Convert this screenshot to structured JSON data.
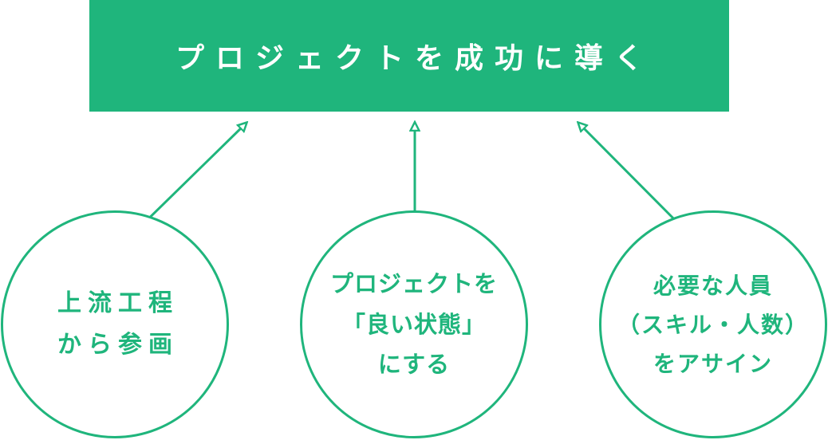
{
  "goal": {
    "label": "プロジェクトを成功に導く"
  },
  "factors": [
    {
      "lines": [
        "上流工程",
        "から参画"
      ]
    },
    {
      "lines": [
        "プロジェクトを",
        "「良い状態」",
        "にする"
      ]
    },
    {
      "lines": [
        "必要な人員",
        "（スキル・人数）",
        "をアサイン"
      ]
    }
  ],
  "colors": {
    "accent": "#1fb57c",
    "text_on_accent": "#ffffff",
    "background": "#ffffff"
  }
}
